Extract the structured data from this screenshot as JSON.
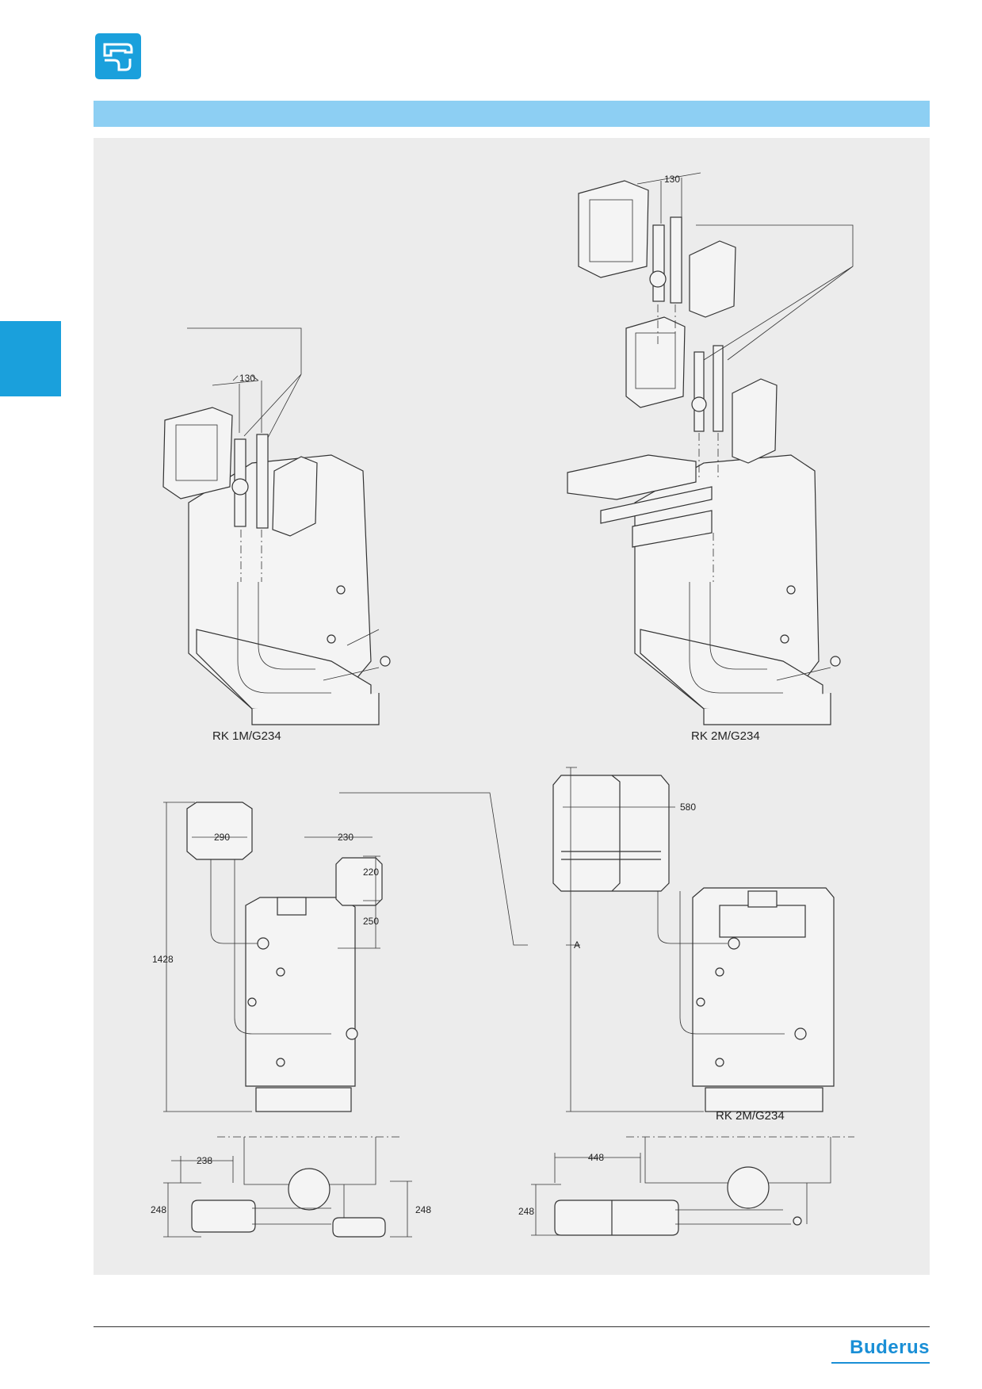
{
  "header": {
    "icon": "pipe-fitting-icon"
  },
  "brand": {
    "name": "Buderus",
    "color": "#1a8fd6"
  },
  "colors": {
    "accent": "#1aa0dc",
    "band": "#8dcff3",
    "panel": "#ececec"
  },
  "figures": {
    "rk1_exploded": {
      "label": "RK 1M/G234",
      "dim_top": "130"
    },
    "rk2_exploded": {
      "label": "RK 2M/G234",
      "dim_top": "130"
    },
    "rk1_front": {
      "dims": {
        "height": "1428",
        "width_a": "290",
        "width_b": "230",
        "h1": "220",
        "h2": "250"
      }
    },
    "rk2_front": {
      "label": "RK 2M/G234",
      "dims": {
        "width": "580",
        "height": "A"
      }
    },
    "rk1_top": {
      "dims": {
        "d1": "238",
        "d2": "248",
        "d3": "248"
      }
    },
    "rk2_top": {
      "dims": {
        "d1": "448",
        "d2": "248"
      }
    }
  }
}
